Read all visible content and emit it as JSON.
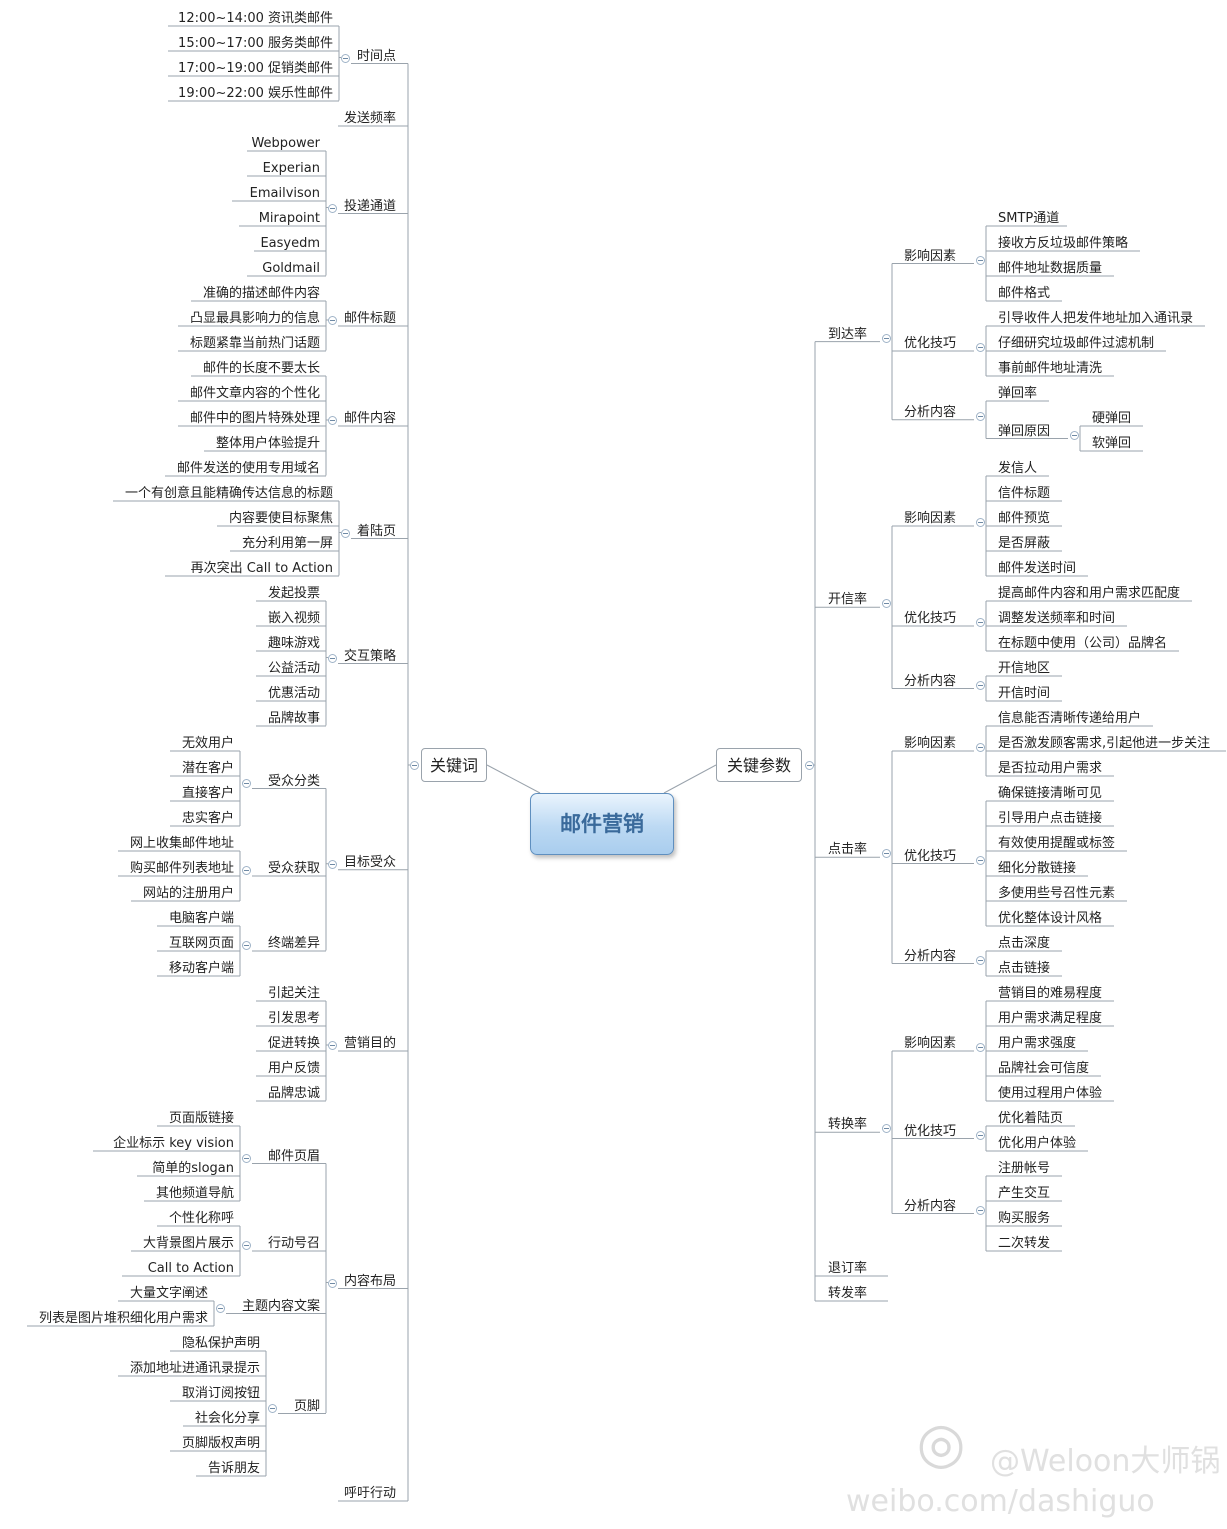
{
  "center": {
    "label": "邮件营销"
  },
  "left": {
    "label": "关键词",
    "children": [
      {
        "label": "时间点",
        "children": [
          {
            "label": "12:00~14:00 资讯类邮件"
          },
          {
            "label": "15:00~17:00 服务类邮件"
          },
          {
            "label": "17:00~19:00 促销类邮件"
          },
          {
            "label": "19:00~22:00 娱乐性邮件"
          }
        ]
      },
      {
        "label": "发送频率"
      },
      {
        "label": "投递通道",
        "children": [
          {
            "label": "Webpower"
          },
          {
            "label": "Experian"
          },
          {
            "label": "Emailvison"
          },
          {
            "label": "Mirapoint"
          },
          {
            "label": "Easyedm"
          },
          {
            "label": "Goldmail"
          }
        ]
      },
      {
        "label": "邮件标题",
        "children": [
          {
            "label": "准确的描述邮件内容"
          },
          {
            "label": "凸显最具影响力的信息"
          },
          {
            "label": "标题紧靠当前热门话题"
          }
        ]
      },
      {
        "label": "邮件内容",
        "children": [
          {
            "label": "邮件的长度不要太长"
          },
          {
            "label": "邮件文章内容的个性化"
          },
          {
            "label": "邮件中的图片特殊处理"
          },
          {
            "label": "整体用户体验提升"
          },
          {
            "label": "邮件发送的使用专用域名"
          }
        ]
      },
      {
        "label": "着陆页",
        "children": [
          {
            "label": "一个有创意且能精确传达信息的标题"
          },
          {
            "label": "内容要使目标聚焦"
          },
          {
            "label": "充分利用第一屏"
          },
          {
            "label": "再次突出 Call to Action"
          }
        ]
      },
      {
        "label": "交互策略",
        "children": [
          {
            "label": "发起投票"
          },
          {
            "label": "嵌入视频"
          },
          {
            "label": "趣味游戏"
          },
          {
            "label": "公益活动"
          },
          {
            "label": "优惠活动"
          },
          {
            "label": "品牌故事"
          }
        ]
      },
      {
        "label": "目标受众",
        "children": [
          {
            "label": "受众分类",
            "children": [
              {
                "label": "无效用户"
              },
              {
                "label": "潜在客户"
              },
              {
                "label": "直接客户"
              },
              {
                "label": "忠实客户"
              }
            ]
          },
          {
            "label": "受众获取",
            "children": [
              {
                "label": "网上收集邮件地址"
              },
              {
                "label": "购买邮件列表地址"
              },
              {
                "label": "网站的注册用户"
              }
            ]
          },
          {
            "label": "终端差异",
            "children": [
              {
                "label": "电脑客户端"
              },
              {
                "label": "互联网页面"
              },
              {
                "label": "移动客户端"
              }
            ]
          }
        ]
      },
      {
        "label": "营销目的",
        "children": [
          {
            "label": "引起关注"
          },
          {
            "label": "引发思考"
          },
          {
            "label": "促进转换"
          },
          {
            "label": "用户反馈"
          },
          {
            "label": "品牌忠诚"
          }
        ]
      },
      {
        "label": "内容布局",
        "children": [
          {
            "label": "邮件页眉",
            "children": [
              {
                "label": "页面版链接"
              },
              {
                "label": "企业标示 key vision"
              },
              {
                "label": "简单的slogan"
              },
              {
                "label": "其他频道导航"
              }
            ]
          },
          {
            "label": "行动号召",
            "children": [
              {
                "label": "个性化称呼"
              },
              {
                "label": "大背景图片展示"
              },
              {
                "label": "Call to Action"
              }
            ]
          },
          {
            "label": "主题内容文案",
            "children": [
              {
                "label": "大量文字阐述"
              },
              {
                "label": "列表是图片堆积细化用户需求"
              }
            ]
          },
          {
            "label": "页脚",
            "children": [
              {
                "label": "隐私保护声明"
              },
              {
                "label": "添加地址进通讯录提示"
              },
              {
                "label": "取消订阅按钮"
              },
              {
                "label": "社会化分享"
              },
              {
                "label": "页脚版权声明"
              },
              {
                "label": "告诉朋友"
              }
            ]
          }
        ]
      },
      {
        "label": "呼吁行动"
      }
    ]
  },
  "right": {
    "label": "关键参数",
    "children": [
      {
        "label": "到达率",
        "children": [
          {
            "label": "影响因素",
            "children": [
              {
                "label": "SMTP通道"
              },
              {
                "label": "接收方反垃圾邮件策略"
              },
              {
                "label": "邮件地址数据质量"
              },
              {
                "label": "邮件格式"
              }
            ]
          },
          {
            "label": "优化技巧",
            "children": [
              {
                "label": "引导收件人把发件地址加入通讯录"
              },
              {
                "label": "仔细研究垃圾邮件过滤机制"
              },
              {
                "label": "事前邮件地址清洗"
              }
            ]
          },
          {
            "label": "分析内容",
            "children": [
              {
                "label": "弹回率"
              },
              {
                "label": "弹回原因",
                "children": [
                  {
                    "label": "硬弹回"
                  },
                  {
                    "label": "软弹回"
                  }
                ]
              }
            ]
          }
        ]
      },
      {
        "label": "开信率",
        "children": [
          {
            "label": "影响因素",
            "children": [
              {
                "label": "发信人"
              },
              {
                "label": "信件标题"
              },
              {
                "label": "邮件预览"
              },
              {
                "label": "是否屏蔽"
              },
              {
                "label": "邮件发送时间"
              }
            ]
          },
          {
            "label": "优化技巧",
            "children": [
              {
                "label": "提高邮件内容和用户需求匹配度"
              },
              {
                "label": "调整发送频率和时间"
              },
              {
                "label": "在标题中使用（公司）品牌名"
              }
            ]
          },
          {
            "label": "分析内容",
            "children": [
              {
                "label": "开信地区"
              },
              {
                "label": "开信时间"
              }
            ]
          }
        ]
      },
      {
        "label": "点击率",
        "children": [
          {
            "label": "影响因素",
            "children": [
              {
                "label": "信息能否清晰传递给用户"
              },
              {
                "label": "是否激发顾客需求,引起他进一步关注"
              },
              {
                "label": "是否拉动用户需求"
              }
            ]
          },
          {
            "label": "优化技巧",
            "children": [
              {
                "label": "确保链接清晰可见"
              },
              {
                "label": "引导用户点击链接"
              },
              {
                "label": "有效使用提醒或标签"
              },
              {
                "label": "细化分散链接"
              },
              {
                "label": "多使用些号召性元素"
              },
              {
                "label": "优化整体设计风格"
              }
            ]
          },
          {
            "label": "分析内容",
            "children": [
              {
                "label": "点击深度"
              },
              {
                "label": "点击链接"
              }
            ]
          }
        ]
      },
      {
        "label": "转换率",
        "children": [
          {
            "label": "影响因素",
            "children": [
              {
                "label": "营销目的难易程度"
              },
              {
                "label": "用户需求满足程度"
              },
              {
                "label": "用户需求强度"
              },
              {
                "label": "品牌社会可信度"
              },
              {
                "label": "使用过程用户体验"
              }
            ]
          },
          {
            "label": "优化技巧",
            "children": [
              {
                "label": "优化着陆页"
              },
              {
                "label": "优化用户体验"
              }
            ]
          },
          {
            "label": "分析内容",
            "children": [
              {
                "label": "注册帐号"
              },
              {
                "label": "产生交互"
              },
              {
                "label": "购买服务"
              },
              {
                "label": "二次转发"
              }
            ]
          }
        ]
      },
      {
        "label": "退订率"
      },
      {
        "label": "转发率"
      }
    ]
  },
  "watermark": {
    "handle": "@Weloon大师锅",
    "url": "weibo.com/dashiguo"
  },
  "colors": {
    "line": "#9aa3ac",
    "node_border": "#9aa3ac",
    "center_fill_top": "#eaf4fd",
    "center_fill_bottom": "#a9cdee",
    "center_text": "#3a6a9b",
    "toggle": "#9fb3c7"
  }
}
